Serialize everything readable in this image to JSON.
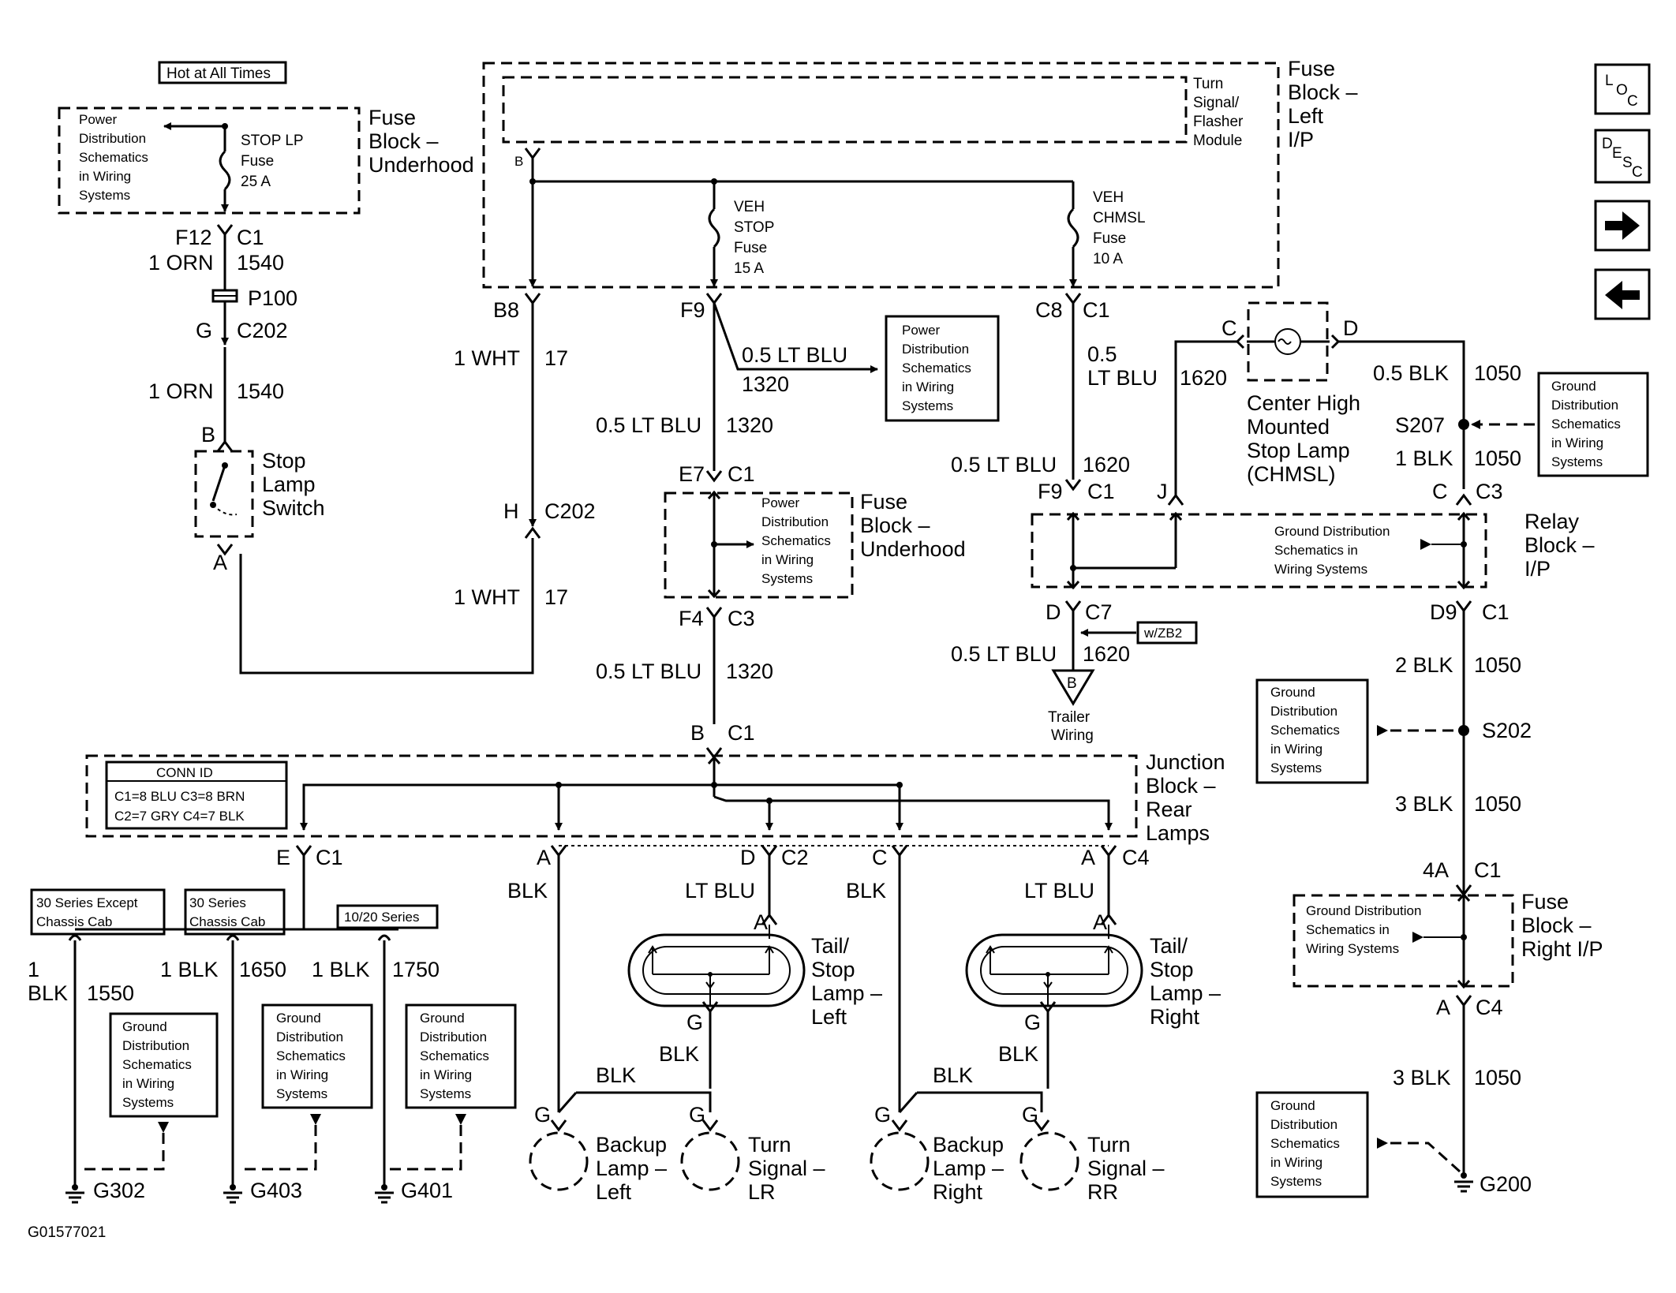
{
  "diagram_id": "G01577021",
  "hot": "Hot at All Times",
  "pd": [
    "Power",
    "Distribution",
    "Schematics",
    "in Wiring",
    "Systems"
  ],
  "gd": [
    "Ground",
    "Distribution",
    "Schematics",
    "in Wiring",
    "Systems"
  ],
  "gd4": [
    "Ground Distribution",
    "Schematics in",
    "Wiring Systems"
  ],
  "fuse_uh": [
    "Fuse",
    "Block –",
    "Underhood"
  ],
  "fuse_lip": [
    "Fuse",
    "Block –",
    "Left",
    "I/P"
  ],
  "fuse_rip": [
    "Fuse",
    "Block –",
    "Right I/P"
  ],
  "relay": [
    "Relay",
    "Block –",
    "I/P"
  ],
  "jb": [
    "Junction",
    "Block –",
    "Rear",
    "Lamps"
  ],
  "turn_mod": [
    "Turn",
    "Signal/",
    "Flasher",
    "Module"
  ],
  "stop_fuse": [
    "STOP LP",
    "Fuse",
    "25 A"
  ],
  "veh_stop": [
    "VEH",
    "STOP",
    "Fuse",
    "15 A"
  ],
  "veh_chmsl": [
    "VEH",
    "CHMSL",
    "Fuse",
    "10 A"
  ],
  "stop_sw": [
    "Stop",
    "Lamp",
    "Switch"
  ],
  "chmsl": [
    "Center High",
    "Mounted",
    "Stop Lamp",
    "(CHMSL)"
  ],
  "trailer": [
    "Trailer",
    "Wiring"
  ],
  "wzb2": "w/ZB2",
  "conn": {
    "title": "CONN ID",
    "r1": "C1=8 BLU  C3=8 BRN",
    "r2": "C2=7 GRY  C4=7 BLK"
  },
  "series": {
    "a": [
      "30 Series Except",
      "Chassis Cab"
    ],
    "b": [
      "30 Series",
      "Chassis Cab"
    ],
    "c": "10/20 Series"
  },
  "lamps": {
    "tsl": [
      "Tail/",
      "Stop",
      "Lamp –",
      "Left"
    ],
    "tsr": [
      "Tail/",
      "Stop",
      "Lamp –",
      "Right"
    ],
    "bul": [
      "Backup",
      "Lamp –",
      "Left"
    ],
    "bur": [
      "Backup",
      "Lamp –",
      "Right"
    ],
    "tlr": [
      "Turn",
      "Signal –",
      "LR"
    ],
    "trr": [
      "Turn",
      "Signal –",
      "RR"
    ]
  },
  "nav": {
    "loc": [
      "L",
      "O",
      "C"
    ],
    "desc": [
      "D",
      "E",
      "S",
      "C"
    ]
  },
  "labels": {
    "f12": "F12",
    "c1": "C1",
    "orn": "1 ORN",
    "n1540": "1540",
    "p100": "P100",
    "g": "G",
    "c202": "C202",
    "b": "B",
    "a": "A",
    "h": "H",
    "b8": "B8",
    "wht": "1 WHT",
    "n17": "17",
    "f9": "F9",
    "ltblu05": "0.5 LT BLU",
    "n1320": "1320",
    "e7": "E7",
    "f4": "F4",
    "c3": "C3",
    "c8": "C8",
    "n05": "0.5",
    "ltblu": "LT BLU",
    "n1620": "1620",
    "c": "C",
    "d": "D",
    "j": "J",
    "c7": "C7",
    "blk05": "0.5 BLK",
    "n1050": "1050",
    "s207": "S207",
    "blk1": "1 BLK",
    "d9": "D9",
    "blk2": "2 BLK",
    "s202": "S202",
    "blk3": "3 BLK",
    "a4": "4A",
    "c4": "C4",
    "g200": "G200",
    "e": "E",
    "c2": "C2",
    "blk": "BLK",
    "n1": "1",
    "n1550": "1550",
    "n1650": "1650",
    "n1750": "1750",
    "g302": "G302",
    "g403": "G403",
    "g401": "G401"
  }
}
